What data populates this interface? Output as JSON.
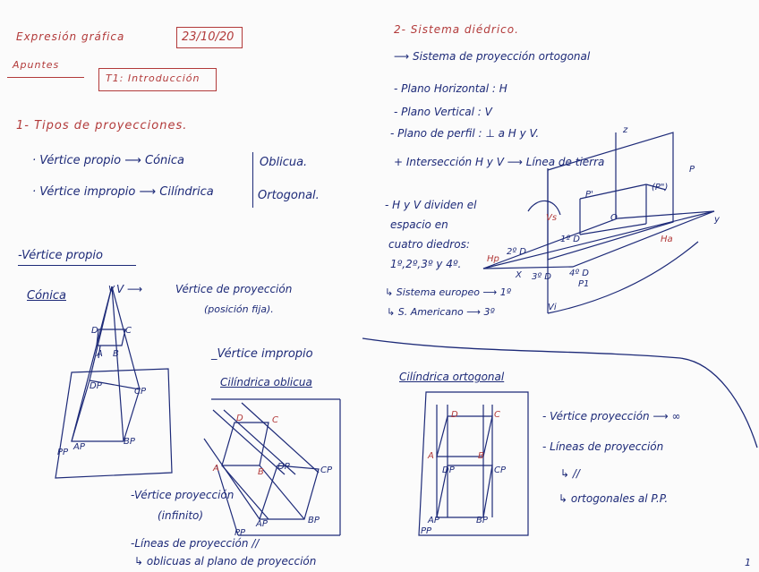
{
  "header": {
    "subject": "Expresión gráfica",
    "date": "23/10/20",
    "notes": "Apuntes",
    "topic": "T1: Introducción"
  },
  "section1": {
    "title": "1- Tipos de proyecciones.",
    "line1": "· Vértice propio ⟶ Cónica",
    "line2": "· Vértice impropio ⟶ Cilíndrica",
    "opt1": "Oblicua.",
    "opt2": "Ortogonal."
  },
  "vertice_propio": {
    "title": "-Vértice propio",
    "conica": "Cónica",
    "v_arrow": "V ⟶",
    "desc1": "Vértice de proyección",
    "desc2": "(posición fija)."
  },
  "vertice_impropio": {
    "title": "_Vértice impropio",
    "sub": "Cilíndrica oblicua",
    "b1": "-Vértice proyección",
    "b2": "(infinito)",
    "b3": "-Líneas de proyección //",
    "b4": "↳ oblicuas al plano de proyección"
  },
  "section2": {
    "title": "2- Sistema diédrico.",
    "sub": "⟶ Sistema de proyección ortogonal",
    "l1": "- Plano Horizontal : H",
    "l2": "- Plano Vertical    : V",
    "l3": "- Plano de perfil : ⊥ a H y V.",
    "l4": "+ Intersección  H y V ⟶ Línea de tierra",
    "l5": "- H y V dividen el",
    "l6": "espacio en",
    "l7": "cuatro diedros:",
    "l8": "1º,2º,3º y 4º.",
    "l9": "↳ Sistema europeo ⟶ 1º",
    "l10": "↳ S. Americano ⟶ 3º"
  },
  "cilindrica_ortogonal": {
    "title": "Cilíndrica ortogonal",
    "b1": "- Vértice proyección ⟶ ∞",
    "b2": "- Líneas de proyección",
    "b3": "↳ //",
    "b4": "↳ ortogonales al P.P."
  },
  "diagram_labels": {
    "V": "V",
    "D": "D",
    "C": "C",
    "A": "A",
    "B": "B",
    "Dp": "DP",
    "Cp": "CP",
    "Ap": "AP",
    "Bp": "BP",
    "PP": "PP",
    "Hp": "Hp",
    "Vs": "Vs",
    "Vi": "Vi",
    "Ha": "Ha",
    "P1": "P1",
    "P2": "P'",
    "X": "X",
    "Y": "y",
    "Z": "z",
    "O": "O",
    "d1": "1º D",
    "d2": "2º D",
    "d3": "3º D",
    "d4": "4º D",
    "p3": "(P\")",
    "P": "P"
  },
  "page_num": "1"
}
